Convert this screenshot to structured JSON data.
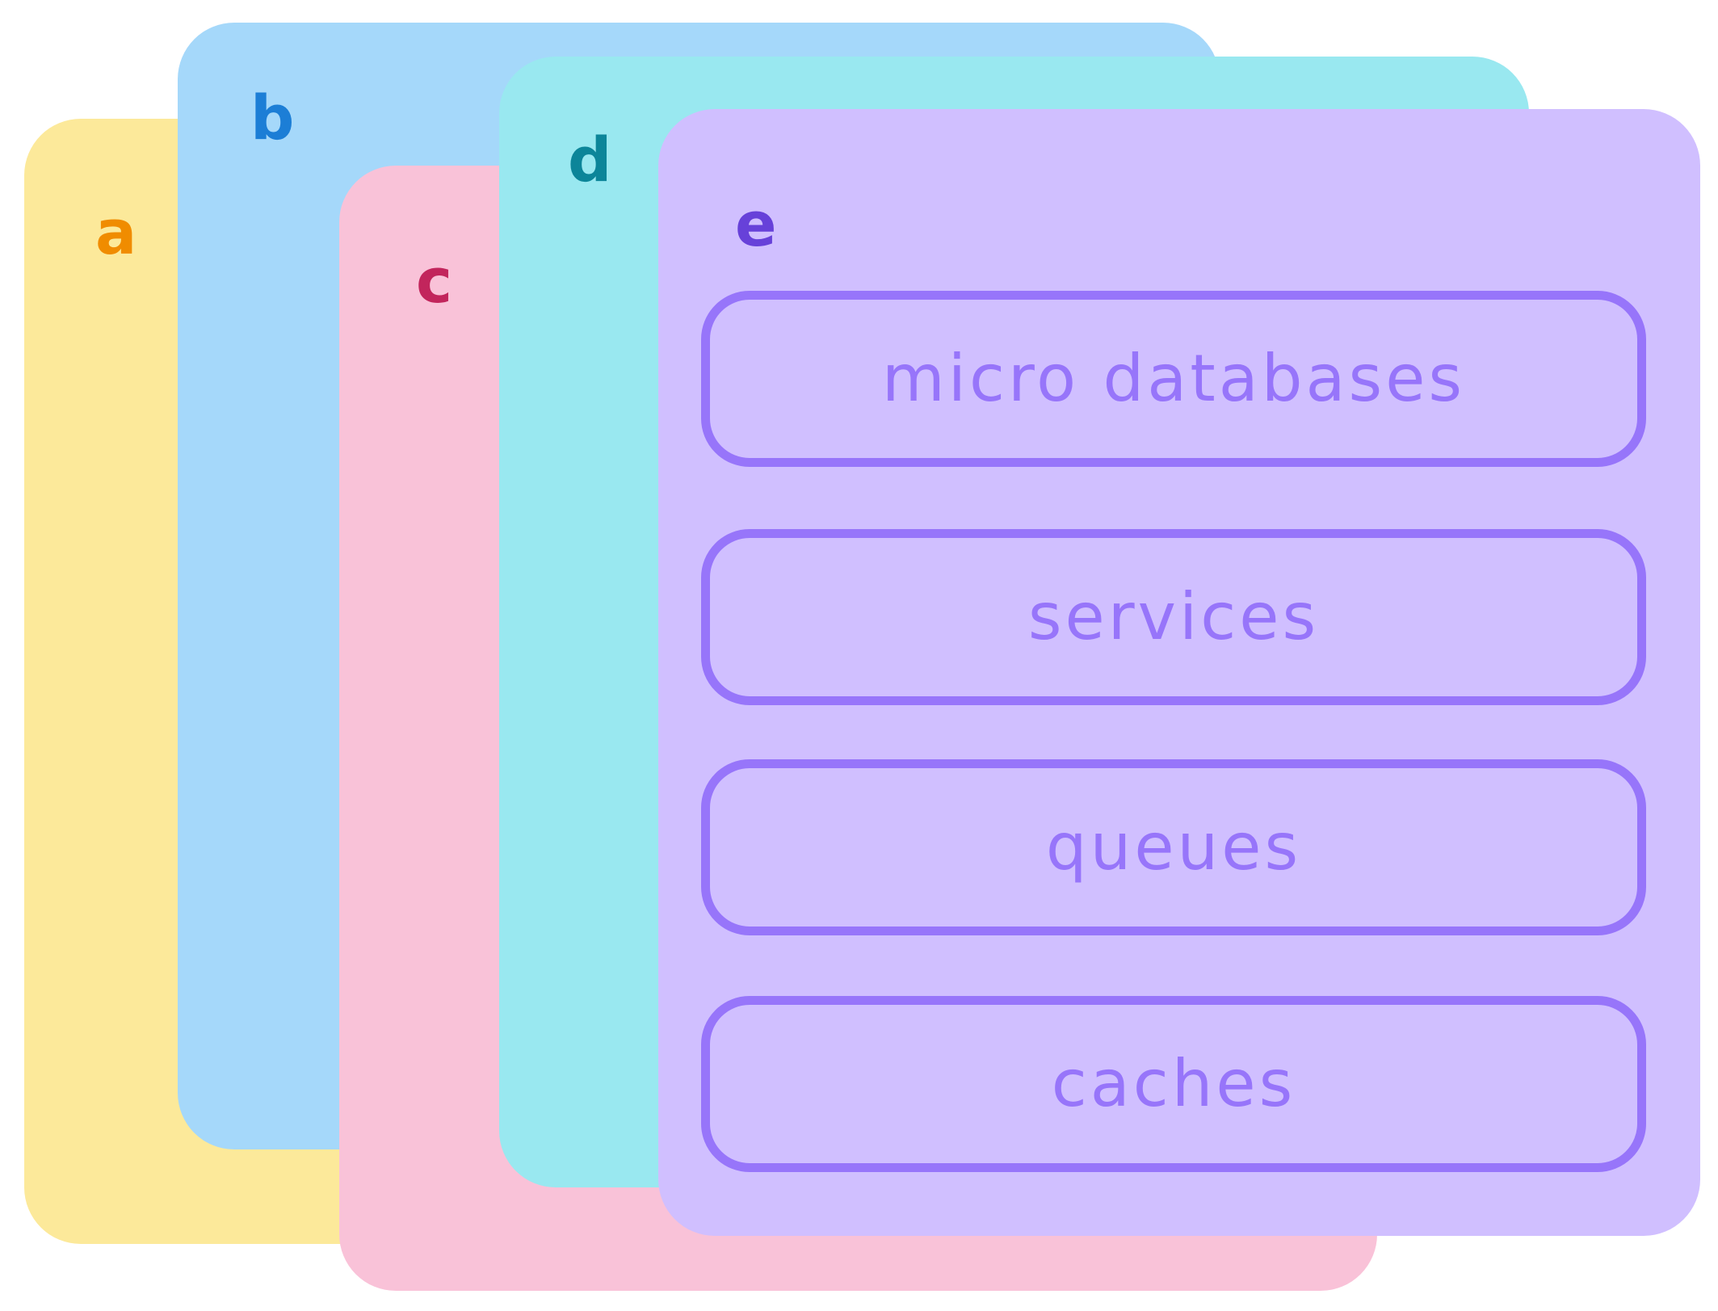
{
  "cards": [
    {
      "label": "a",
      "color": "#fce99a",
      "label_color": "#f08c00"
    },
    {
      "label": "b",
      "color": "#a5d8fa",
      "label_color": "#1c7ed6"
    },
    {
      "label": "c",
      "color": "#f9c2d8",
      "label_color": "#c2255c"
    },
    {
      "label": "d",
      "color": "#99e8f0",
      "label_color": "#0c8599"
    },
    {
      "label": "e",
      "color": "#d0bfff",
      "label_color": "#6741d9"
    }
  ],
  "front_card": {
    "items": [
      {
        "label": "micro databases"
      },
      {
        "label": "services"
      },
      {
        "label": "queues"
      },
      {
        "label": "caches"
      }
    ],
    "item_border_color": "#9775fa"
  }
}
